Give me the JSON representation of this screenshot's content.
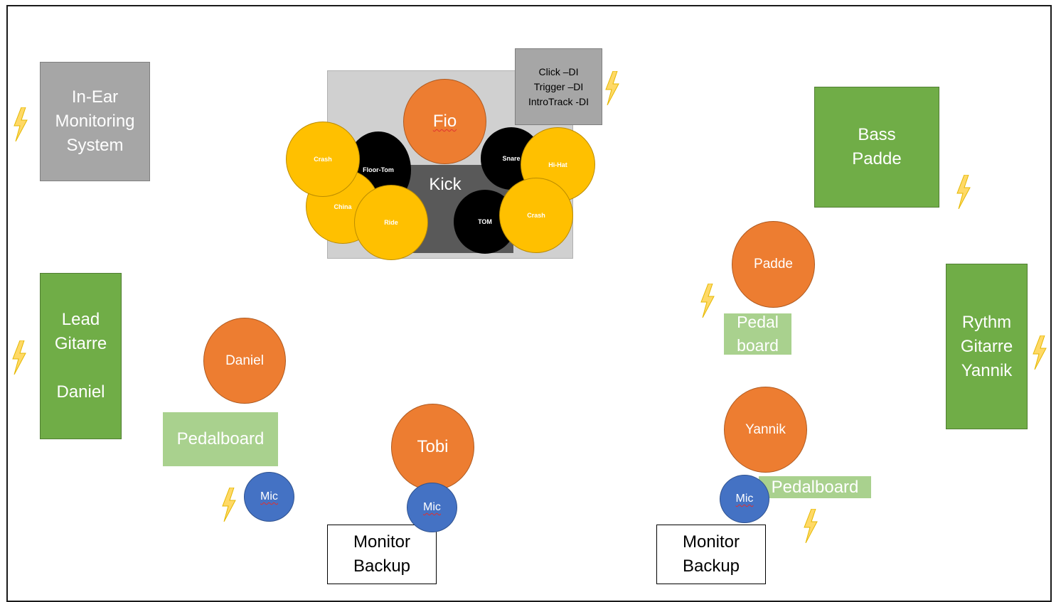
{
  "colors": {
    "musician": "#ed7d31",
    "cymbal": "#ffc000",
    "drum": "#000000",
    "mic": "#4472c4",
    "amp": "#70ad47",
    "pedalboard": "#a9d18e",
    "system": "#a6a6a6",
    "power": "#ffd966"
  },
  "boxes": {
    "in_ear": "In-Ear\nMonitoring\nSystem",
    "click": "Click –DI\nTrigger –DI\nIntroTrack -DI",
    "kick": "Kick",
    "bass": "Bass\nPadde",
    "lead": "Lead\nGitarre\n\nDaniel",
    "rythm": "Rythm\nGitarre\nYannik",
    "pedal_padde": "Pedal\nboard",
    "pedal_daniel": "Pedalboard",
    "pedal_yannik": "Pedalboard",
    "monitor_left": "Monitor\nBackup",
    "monitor_right": "Monitor\nBackup"
  },
  "musicians": {
    "fio": "Fio",
    "padde": "Padde",
    "daniel": "Daniel",
    "tobi": "Tobi",
    "yannik": "Yannik"
  },
  "drums": {
    "floor_tom": "Floor-Tom",
    "snare": "Snare",
    "tom": "TOM"
  },
  "cymbals": {
    "crash_left": "Crash",
    "china": "China",
    "ride": "Ride",
    "hihat": "Hi-Hat",
    "crash_right": "Crash"
  },
  "mics": {
    "daniel": "Mic",
    "tobi": "Mic",
    "yannik": "Mic"
  },
  "icons": {
    "power": "lightning-bolt-icon"
  }
}
